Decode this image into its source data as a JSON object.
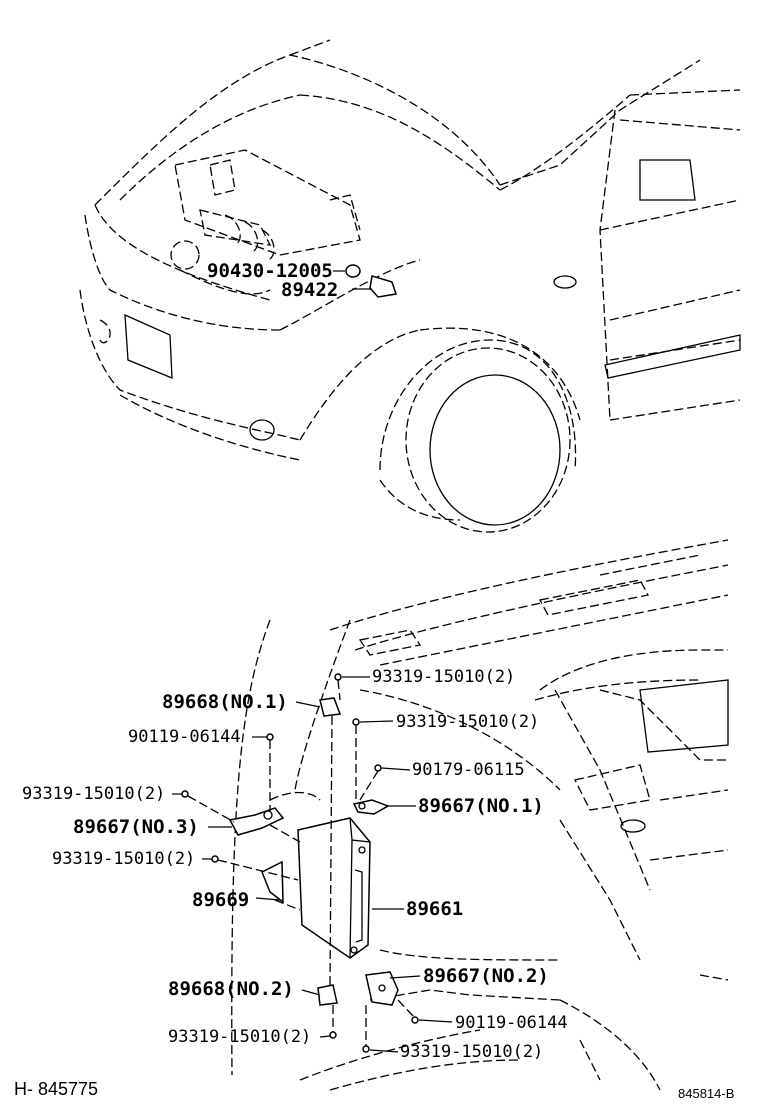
{
  "top_section": {
    "callouts": [
      {
        "id": "90430-12005",
        "text": "90430-12005"
      },
      {
        "id": "89422",
        "text": "89422"
      }
    ]
  },
  "bottom_section": {
    "callouts": [
      {
        "text": "89668(NO.1)"
      },
      {
        "text": "93319-15010(2)"
      },
      {
        "text": "90119-06144"
      },
      {
        "text": "93319-15010(2)"
      },
      {
        "text": "90179-06115"
      },
      {
        "text": "93319-15010(2)"
      },
      {
        "text": "89667(NO.1)"
      },
      {
        "text": "89667(NO.3)"
      },
      {
        "text": "93319-15010(2)"
      },
      {
        "text": "89669"
      },
      {
        "text": "89661"
      },
      {
        "text": "89667(NO.2)"
      },
      {
        "text": "89668(NO.2)"
      },
      {
        "text": "90119-06144"
      },
      {
        "text": "93319-15010(2)"
      },
      {
        "text": "93319-15010(2)"
      }
    ]
  },
  "footer": {
    "left_code": "H- 845775",
    "right_code": "845814-B"
  }
}
